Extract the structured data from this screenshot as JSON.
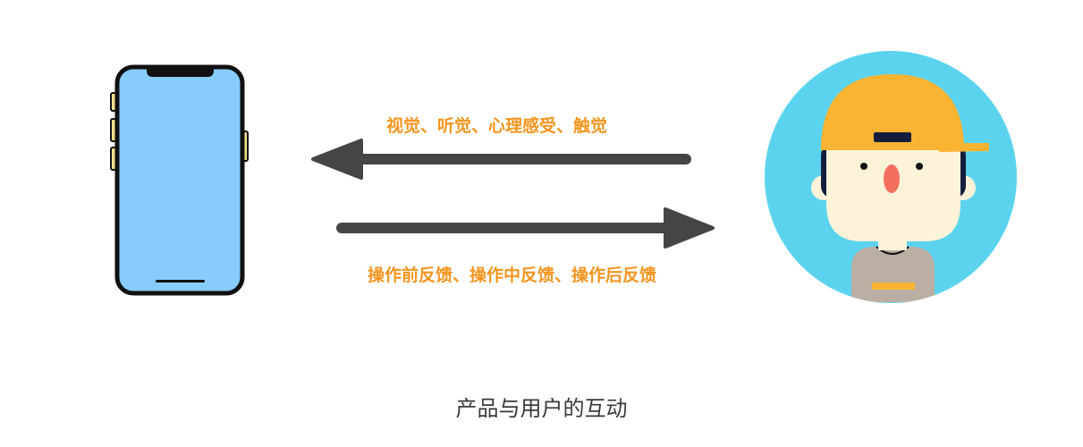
{
  "labels": {
    "top": "视觉、听觉、心理感受、触觉",
    "bottom": "操作前反馈、操作中反馈、操作后反馈"
  },
  "caption": "产品与用户的互动",
  "icons": {
    "device": "smartphone-icon",
    "user": "user-avatar-icon"
  },
  "colors": {
    "label": "#f5951f",
    "arrow": "#454545",
    "phone_screen": "#86cdfe",
    "phone_frame": "#111111",
    "phone_buttons": "#f7e08b",
    "avatar_bg": "#5bd3ee",
    "cap": "#fbb332",
    "skin": "#fcf3d9",
    "shirt": "#bbaea2"
  }
}
